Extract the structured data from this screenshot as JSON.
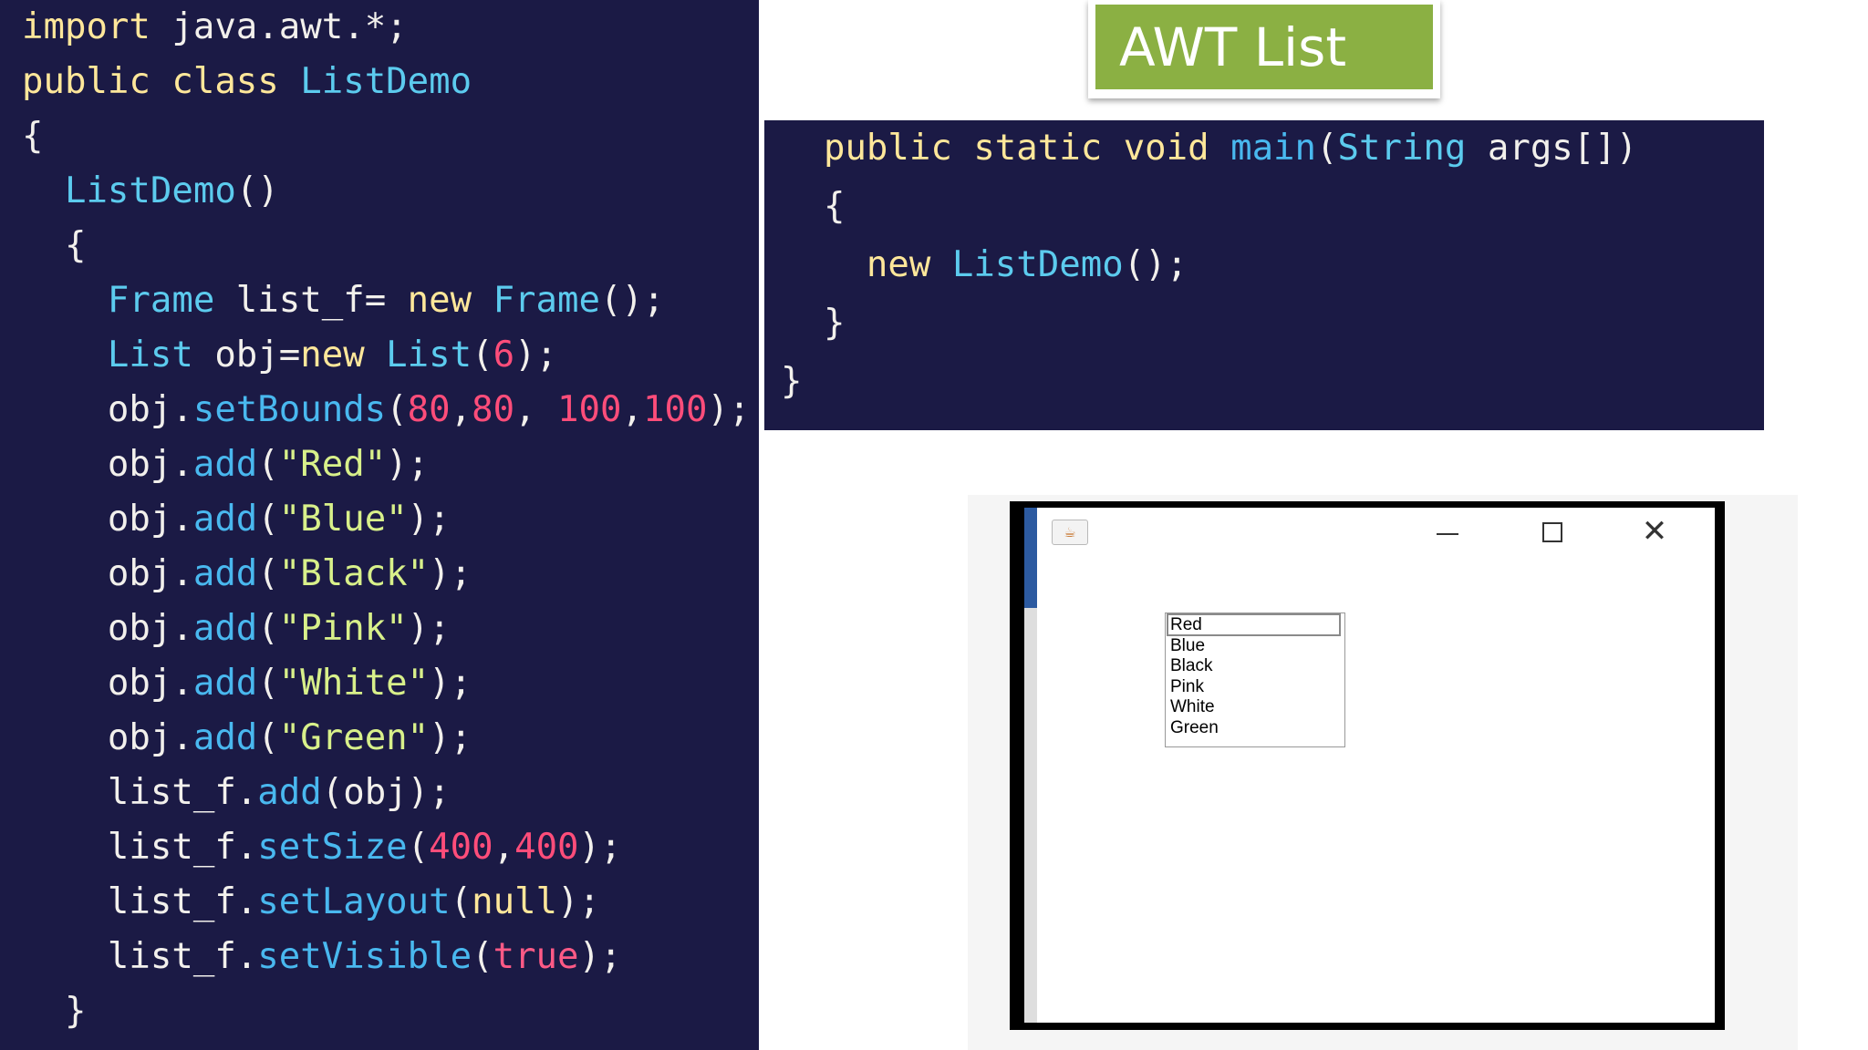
{
  "title_badge": {
    "text": "AWT List"
  },
  "left_code": {
    "lines": [
      [
        [
          "kw",
          "import"
        ],
        [
          "id",
          " java.awt.*;"
        ]
      ],
      [
        [
          "kw",
          "public class "
        ],
        [
          "ty",
          "ListDemo"
        ]
      ],
      [
        [
          "p",
          "{"
        ]
      ],
      [
        [
          "p",
          "  "
        ],
        [
          "ty",
          "ListDemo"
        ],
        [
          "p",
          "()"
        ]
      ],
      [
        [
          "p",
          "  {"
        ]
      ],
      [
        [
          "p",
          "    "
        ],
        [
          "ty",
          "Frame"
        ],
        [
          "id",
          " list_f= "
        ],
        [
          "kw",
          "new "
        ],
        [
          "ty",
          "Frame"
        ],
        [
          "p",
          "();"
        ]
      ],
      [
        [
          "p",
          "    "
        ],
        [
          "ty",
          "List"
        ],
        [
          "id",
          " obj="
        ],
        [
          "kw",
          "new "
        ],
        [
          "ty",
          "List"
        ],
        [
          "p",
          "("
        ],
        [
          "num",
          "6"
        ],
        [
          "p",
          ");"
        ]
      ],
      [
        [
          "p",
          "    "
        ],
        [
          "id",
          "obj."
        ],
        [
          "fn",
          "setBounds"
        ],
        [
          "p",
          "("
        ],
        [
          "num",
          "80"
        ],
        [
          "p",
          ","
        ],
        [
          "num",
          "80"
        ],
        [
          "p",
          ", "
        ],
        [
          "num",
          "100"
        ],
        [
          "p",
          ","
        ],
        [
          "num",
          "100"
        ],
        [
          "p",
          ");"
        ]
      ],
      [
        [
          "p",
          "    "
        ],
        [
          "id",
          "obj."
        ],
        [
          "fn",
          "add"
        ],
        [
          "p",
          "("
        ],
        [
          "str",
          "\"Red\""
        ],
        [
          "p",
          ");"
        ]
      ],
      [
        [
          "p",
          "    "
        ],
        [
          "id",
          "obj."
        ],
        [
          "fn",
          "add"
        ],
        [
          "p",
          "("
        ],
        [
          "str",
          "\"Blue\""
        ],
        [
          "p",
          ");"
        ]
      ],
      [
        [
          "p",
          "    "
        ],
        [
          "id",
          "obj."
        ],
        [
          "fn",
          "add"
        ],
        [
          "p",
          "("
        ],
        [
          "str",
          "\"Black\""
        ],
        [
          "p",
          ");"
        ]
      ],
      [
        [
          "p",
          "    "
        ],
        [
          "id",
          "obj."
        ],
        [
          "fn",
          "add"
        ],
        [
          "p",
          "("
        ],
        [
          "str",
          "\"Pink\""
        ],
        [
          "p",
          ");"
        ]
      ],
      [
        [
          "p",
          "    "
        ],
        [
          "id",
          "obj."
        ],
        [
          "fn",
          "add"
        ],
        [
          "p",
          "("
        ],
        [
          "str",
          "\"White\""
        ],
        [
          "p",
          ");"
        ]
      ],
      [
        [
          "p",
          "    "
        ],
        [
          "id",
          "obj."
        ],
        [
          "fn",
          "add"
        ],
        [
          "p",
          "("
        ],
        [
          "str",
          "\"Green\""
        ],
        [
          "p",
          ");"
        ]
      ],
      [
        [
          "p",
          "    "
        ],
        [
          "id",
          "list_f."
        ],
        [
          "fn",
          "add"
        ],
        [
          "p",
          "(obj);"
        ]
      ],
      [
        [
          "p",
          "    "
        ],
        [
          "id",
          "list_f."
        ],
        [
          "fn",
          "setSize"
        ],
        [
          "p",
          "("
        ],
        [
          "num",
          "400"
        ],
        [
          "p",
          ","
        ],
        [
          "num",
          "400"
        ],
        [
          "p",
          ");"
        ]
      ],
      [
        [
          "p",
          "    "
        ],
        [
          "id",
          "list_f."
        ],
        [
          "fn",
          "setLayout"
        ],
        [
          "p",
          "("
        ],
        [
          "kw",
          "null"
        ],
        [
          "p",
          ");"
        ]
      ],
      [
        [
          "p",
          "    "
        ],
        [
          "id",
          "list_f."
        ],
        [
          "fn",
          "setVisible"
        ],
        [
          "p",
          "("
        ],
        [
          "tr",
          "true"
        ],
        [
          "p",
          ");"
        ]
      ],
      [
        [
          "p",
          "  }"
        ]
      ]
    ]
  },
  "main_code": {
    "lines": [
      [
        [
          "p",
          "  "
        ],
        [
          "kw",
          "public static void "
        ],
        [
          "fn",
          "main"
        ],
        [
          "p",
          "("
        ],
        [
          "ty",
          "String"
        ],
        [
          "id",
          " args[])"
        ]
      ],
      [
        [
          "p",
          "  {"
        ]
      ],
      [
        [
          "p",
          "    "
        ],
        [
          "kw",
          "new "
        ],
        [
          "ty",
          "ListDemo"
        ],
        [
          "p",
          "();"
        ]
      ],
      [
        [
          "p",
          "  }"
        ]
      ],
      [
        [
          "p",
          "}"
        ]
      ]
    ]
  },
  "awt_window": {
    "app_icon": "java-cup-icon",
    "minimize_icon": "minimize-icon",
    "maximize_icon": "maximize-icon",
    "close_icon": "close-icon",
    "close_glyph": "✕",
    "list_items": [
      "Red",
      "Blue",
      "Black",
      "Pink",
      "White",
      "Green"
    ],
    "selected_index": 0
  },
  "colors": {
    "code_background": "#1b1a45",
    "keyword": "#ffe79a",
    "identifier": "#f2f0ec",
    "type": "#5ccbee",
    "method": "#49b8ef",
    "number": "#ff4d7a",
    "string": "#d8f08a",
    "badge_green": "#8bb043"
  }
}
